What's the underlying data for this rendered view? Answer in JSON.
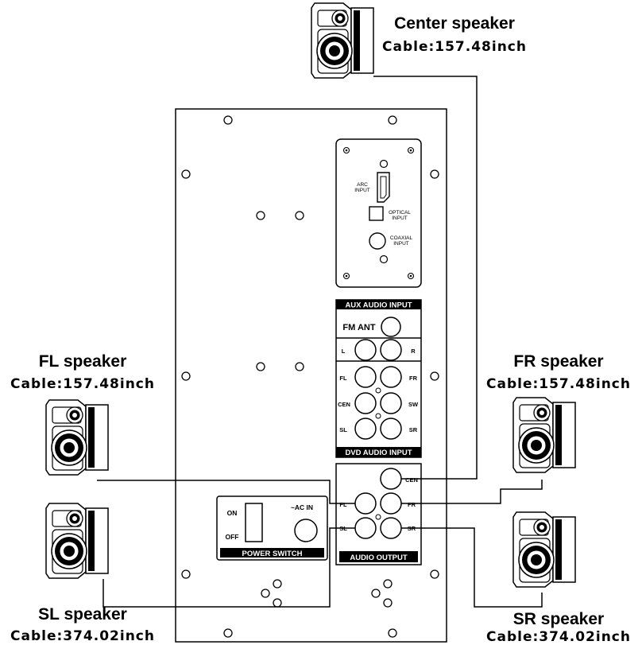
{
  "speakers": {
    "center": {
      "name": "Center speaker",
      "cable": "Cable:157.48inch"
    },
    "fl": {
      "name": "FL speaker",
      "cable": "Cable:157.48inch"
    },
    "fr": {
      "name": "FR speaker",
      "cable": "Cable:157.48inch"
    },
    "sl": {
      "name": "SL speaker",
      "cable": "Cable:374.02inch"
    },
    "sr": {
      "name": "SR speaker",
      "cable": "Cable:374.02inch"
    }
  },
  "input_panel": {
    "arc": [
      "ARC",
      "INPUT"
    ],
    "optical": [
      "OPTICAL",
      "INPUT"
    ],
    "coaxial": [
      "COAXIAL",
      "INPUT"
    ]
  },
  "aux": {
    "title": "AUX AUDIO INPUT",
    "fm": "FM ANT",
    "left": "L",
    "right": "R"
  },
  "dvd": {
    "title": "DVD AUDIO INPUT",
    "fl": "FL",
    "fr": "FR",
    "cen": "CEN",
    "sw": "SW",
    "sl": "SL",
    "sr": "SR"
  },
  "output": {
    "title": "AUDIO OUTPUT",
    "cen": "CEN",
    "fl": "FL",
    "fr": "FR",
    "sl": "SL",
    "sr": "SR"
  },
  "power": {
    "on": "ON",
    "off": "OFF",
    "ac": "~AC IN",
    "title": "POWER SWITCH"
  }
}
